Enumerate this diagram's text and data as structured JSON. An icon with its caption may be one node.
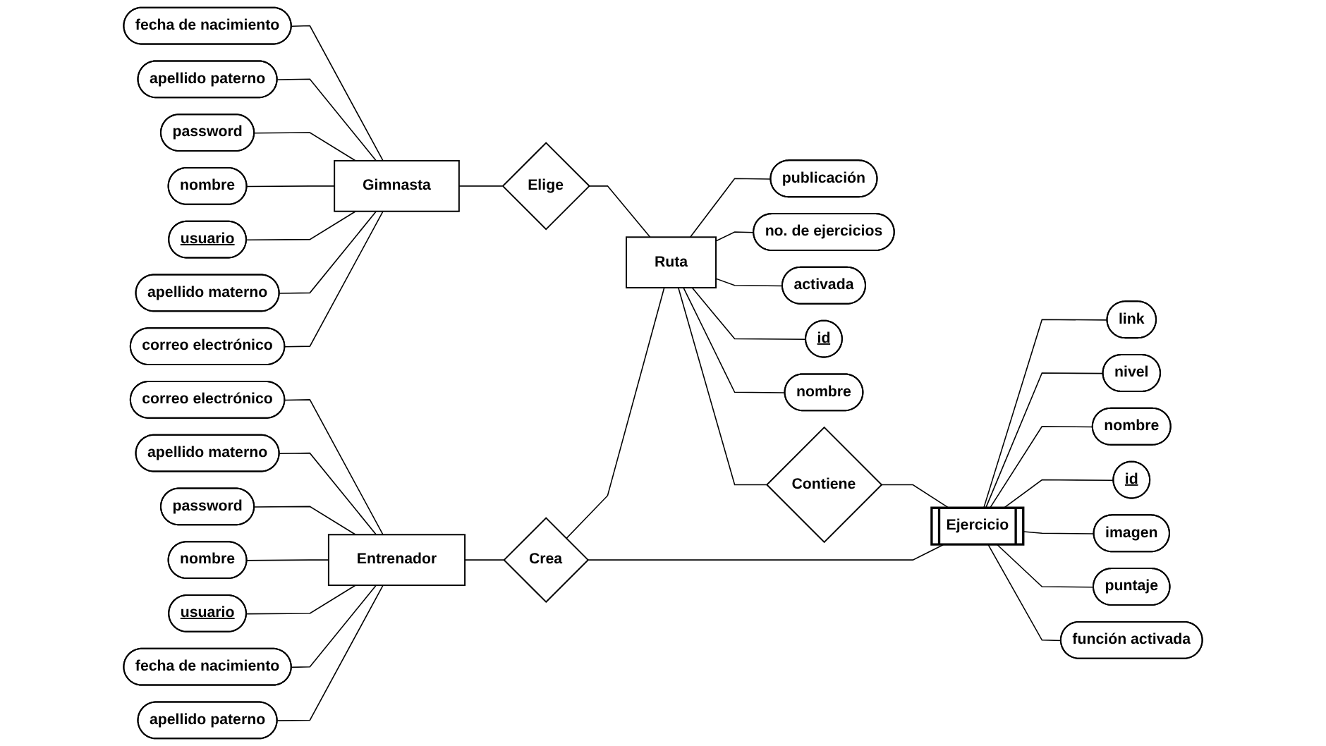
{
  "diagram": {
    "nodes": [
      {
        "text": [
          "Gimnasta"
        ]
      },
      {
        "text": [
          "fecha de nacimiento"
        ]
      },
      {
        "text": [
          "apellido paterno"
        ]
      },
      {
        "text": [
          "password"
        ]
      },
      {
        "text": [
          "nombre"
        ]
      },
      {
        "text": [
          "usuario"
        ]
      },
      {
        "text": [
          "apellido materno"
        ]
      },
      {
        "text": [
          "correo electrónico"
        ]
      },
      {
        "text": [
          "Elige"
        ]
      },
      {
        "text": [
          "Ruta"
        ]
      },
      {
        "text": [
          "publicación"
        ]
      },
      {
        "text": [
          "no. de ejercicios"
        ]
      },
      {
        "text": [
          "activada"
        ]
      },
      {
        "text": [
          "id"
        ]
      },
      {
        "text": [
          "nombre"
        ]
      },
      {
        "text": [
          "Contiene"
        ]
      },
      {
        "text": [
          "Entrenador"
        ]
      },
      {
        "text": [
          "correo electrónico"
        ]
      },
      {
        "text": [
          "apellido materno"
        ]
      },
      {
        "text": [
          "password"
        ]
      },
      {
        "text": [
          "nombre"
        ]
      },
      {
        "text": [
          "usuario"
        ]
      },
      {
        "text": [
          "fecha de nacimiento"
        ]
      },
      {
        "text": [
          "apellido paterno"
        ]
      },
      {
        "text": [
          "Crea"
        ]
      },
      {
        "text": [
          "Ejercicio"
        ]
      },
      {
        "text": [
          "link"
        ]
      },
      {
        "text": [
          "nivel"
        ]
      },
      {
        "text": [
          "nombre"
        ]
      },
      {
        "text": [
          "id"
        ]
      },
      {
        "text": [
          "imagen"
        ]
      },
      {
        "text": [
          "puntaje"
        ]
      },
      {
        "text": [
          "función activada"
        ]
      }
    ],
    "edges": [
      {
        "from": 1,
        "to": 0,
        "arrow": "none"
      },
      {
        "from": 2,
        "to": 0,
        "arrow": "none"
      },
      {
        "from": 3,
        "to": 0,
        "arrow": "none"
      },
      {
        "from": 4,
        "to": 0,
        "arrow": "none"
      },
      {
        "from": 5,
        "to": 0,
        "arrow": "none"
      },
      {
        "from": 6,
        "to": 0,
        "arrow": "none"
      },
      {
        "from": 7,
        "to": 0,
        "arrow": "none"
      },
      {
        "from": 0,
        "to": 8,
        "arrow": "none"
      },
      {
        "from": 8,
        "to": 9,
        "arrow": "none"
      },
      {
        "from": 9,
        "to": 10,
        "arrow": "none"
      },
      {
        "from": 9,
        "to": 11,
        "arrow": "none"
      },
      {
        "from": 9,
        "to": 12,
        "arrow": "none"
      },
      {
        "from": 9,
        "to": 13,
        "arrow": "none"
      },
      {
        "from": 9,
        "to": 14,
        "arrow": "none"
      },
      {
        "from": 9,
        "to": 15,
        "arrow": "none"
      },
      {
        "from": 15,
        "to": 25,
        "arrow": "none"
      },
      {
        "from": 17,
        "to": 16,
        "arrow": "none"
      },
      {
        "from": 18,
        "to": 16,
        "arrow": "none"
      },
      {
        "from": 19,
        "to": 16,
        "arrow": "none"
      },
      {
        "from": 20,
        "to": 16,
        "arrow": "none"
      },
      {
        "from": 21,
        "to": 16,
        "arrow": "none"
      },
      {
        "from": 22,
        "to": 16,
        "arrow": "none"
      },
      {
        "from": 23,
        "to": 16,
        "arrow": "none"
      },
      {
        "from": 16,
        "to": 24,
        "arrow": "none"
      },
      {
        "from": 24,
        "to": 9,
        "arrow": "none"
      },
      {
        "from": 24,
        "to": 25,
        "arrow": "none"
      },
      {
        "from": 25,
        "to": 26,
        "arrow": "none"
      },
      {
        "from": 25,
        "to": 27,
        "arrow": "none"
      },
      {
        "from": 25,
        "to": 28,
        "arrow": "none"
      },
      {
        "from": 25,
        "to": 29,
        "arrow": "none"
      },
      {
        "from": 25,
        "to": 30,
        "arrow": "none"
      },
      {
        "from": 25,
        "to": 31,
        "arrow": "none"
      },
      {
        "from": 25,
        "to": 32,
        "arrow": "none"
      }
    ]
  }
}
